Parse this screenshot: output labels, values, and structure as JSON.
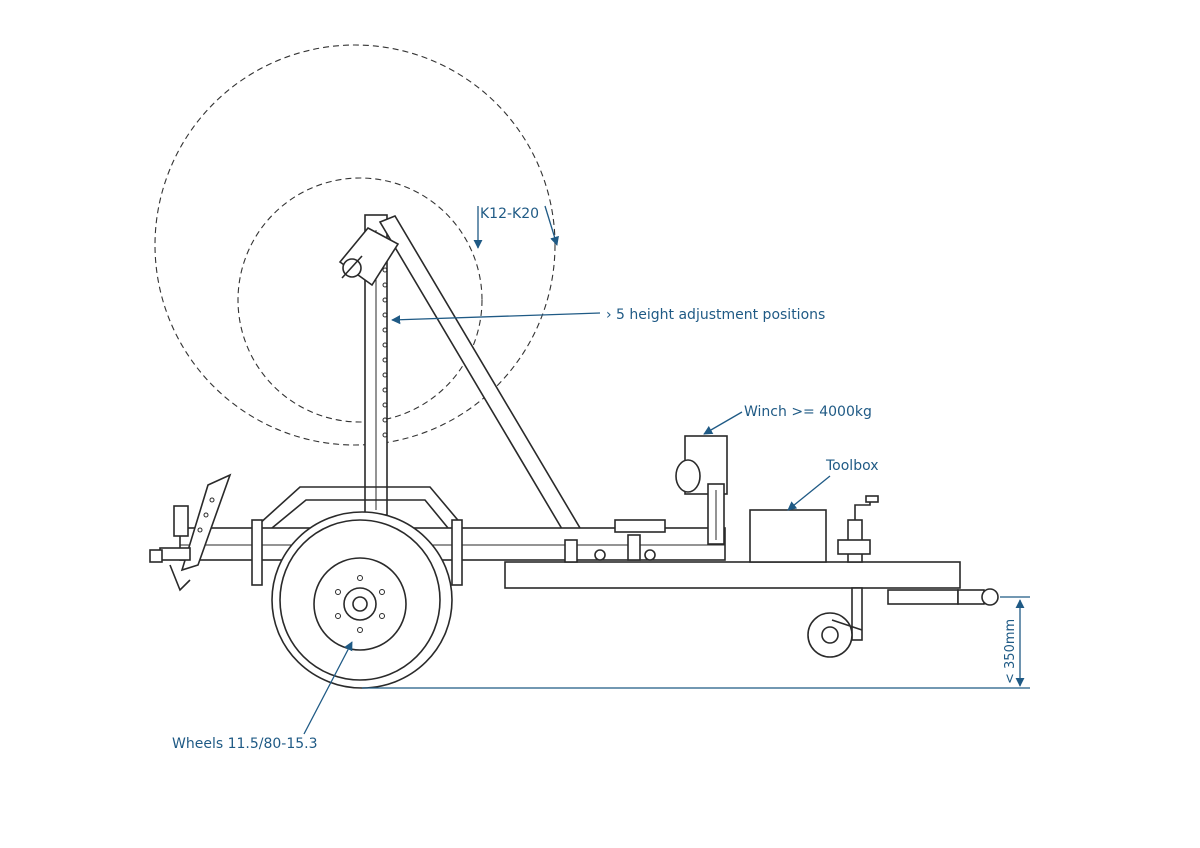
{
  "annotations": {
    "reel_size": "K12-K20",
    "height_adjustment": "› 5 height adjustment positions",
    "winch": "Winch >= 4000kg",
    "toolbox": "Toolbox",
    "wheels": "Wheels 11.5/80-15.3",
    "clearance": "< 350mm"
  },
  "colors": {
    "drawing_ink": "#2a2a2a",
    "annotation_blue": "#1f5a85"
  }
}
